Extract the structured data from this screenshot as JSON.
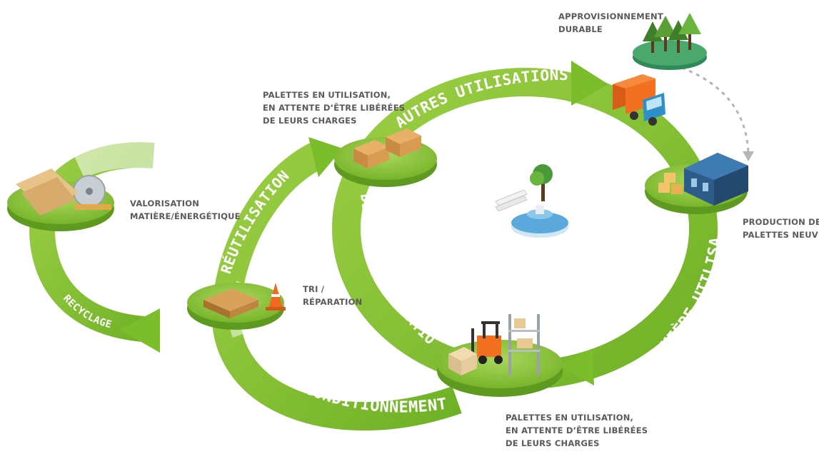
{
  "labels": {
    "approvisionnement": [
      "APPROVISIONNEMENT",
      "DURABLE"
    ],
    "production": [
      "PRODUCTION DE",
      "PALETTES NEUVES"
    ],
    "palettes_top": [
      "PALETTES EN UTILISATION,",
      "EN ATTENTE D’ÊTRE LIBÉRÉES",
      "DE LEURS CHARGES"
    ],
    "palettes_bottom": [
      "PALETTES EN UTILISATION,",
      "EN ATTENTE D’ÊTRE LIBÉRÉES",
      "DE LEURS CHARGES"
    ],
    "valorisation": [
      "VALORISATION",
      "MATIÈRE/ÉNERGÉTIQUE"
    ],
    "tri": [
      "TRI /",
      "RÉPARATION"
    ]
  },
  "arrows": {
    "autres_utilisations": "AUTRES UTILISATIONS",
    "premiere_utilisation": "PREMIÈRE UTILISATION",
    "deuxieme_utilisation": "DEUXIÈME UTILISATION",
    "reutilisation": "RÉUTILISATION",
    "reconditionnement": "RECONDITIONNEMENT",
    "recyclage": "RECYCLAGE"
  },
  "colors": {
    "ring_green": "#7cbd2b",
    "ring_light": "#a6d35c",
    "platform_top": "#8fc43a",
    "platform_side": "#5e9a1f",
    "label_grey": "#5a5a5a",
    "truck_cargo": "#f37021",
    "truck_cab": "#2e8fc9",
    "warehouse": "#2d5c8a",
    "fountain": "#5aa8dc",
    "cone": "#f26a21"
  },
  "icons": [
    "trees-icon",
    "truck-icon",
    "warehouse-icon",
    "pallets-icon",
    "forklift-icon",
    "cone-icon",
    "saw-icon",
    "fountain-icon",
    "bench-icon",
    "tree-icon"
  ]
}
